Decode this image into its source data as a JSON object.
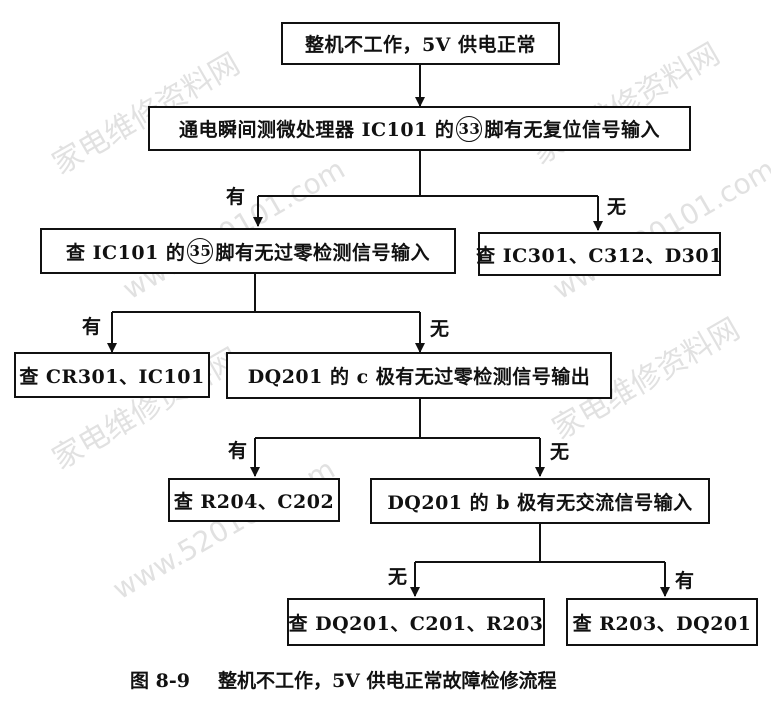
{
  "nodes": {
    "start": "整机不工作，5V 供电正常",
    "q1_pre": "通电瞬间测微处理器 IC101 的",
    "q1_pin": "33",
    "q1_post": "脚有无复位信号输入",
    "q2_pre": "查 IC101 的",
    "q2_pin": "35",
    "q2_post": "脚有无过零检测信号输入",
    "check_ic301": "查 IC301、C312、D301",
    "check_cr301": "查 CR301、IC101",
    "q3": "DQ201 的 c 极有无过零检测信号输出",
    "check_r204": "查 R204、C202",
    "q4": "DQ201 的 b 极有无交流信号输入",
    "check_dq201": "查 DQ201、C201、R203",
    "check_r203": "查 R203、DQ201"
  },
  "branch_labels": {
    "yes": "有",
    "no": "无"
  },
  "caption": {
    "number": "图 8-9",
    "title": "整机不工作，5V 供电正常故障检修流程"
  },
  "watermarks": {
    "site_cn": "家电维修资料网",
    "site_url": "www.520101.com"
  }
}
